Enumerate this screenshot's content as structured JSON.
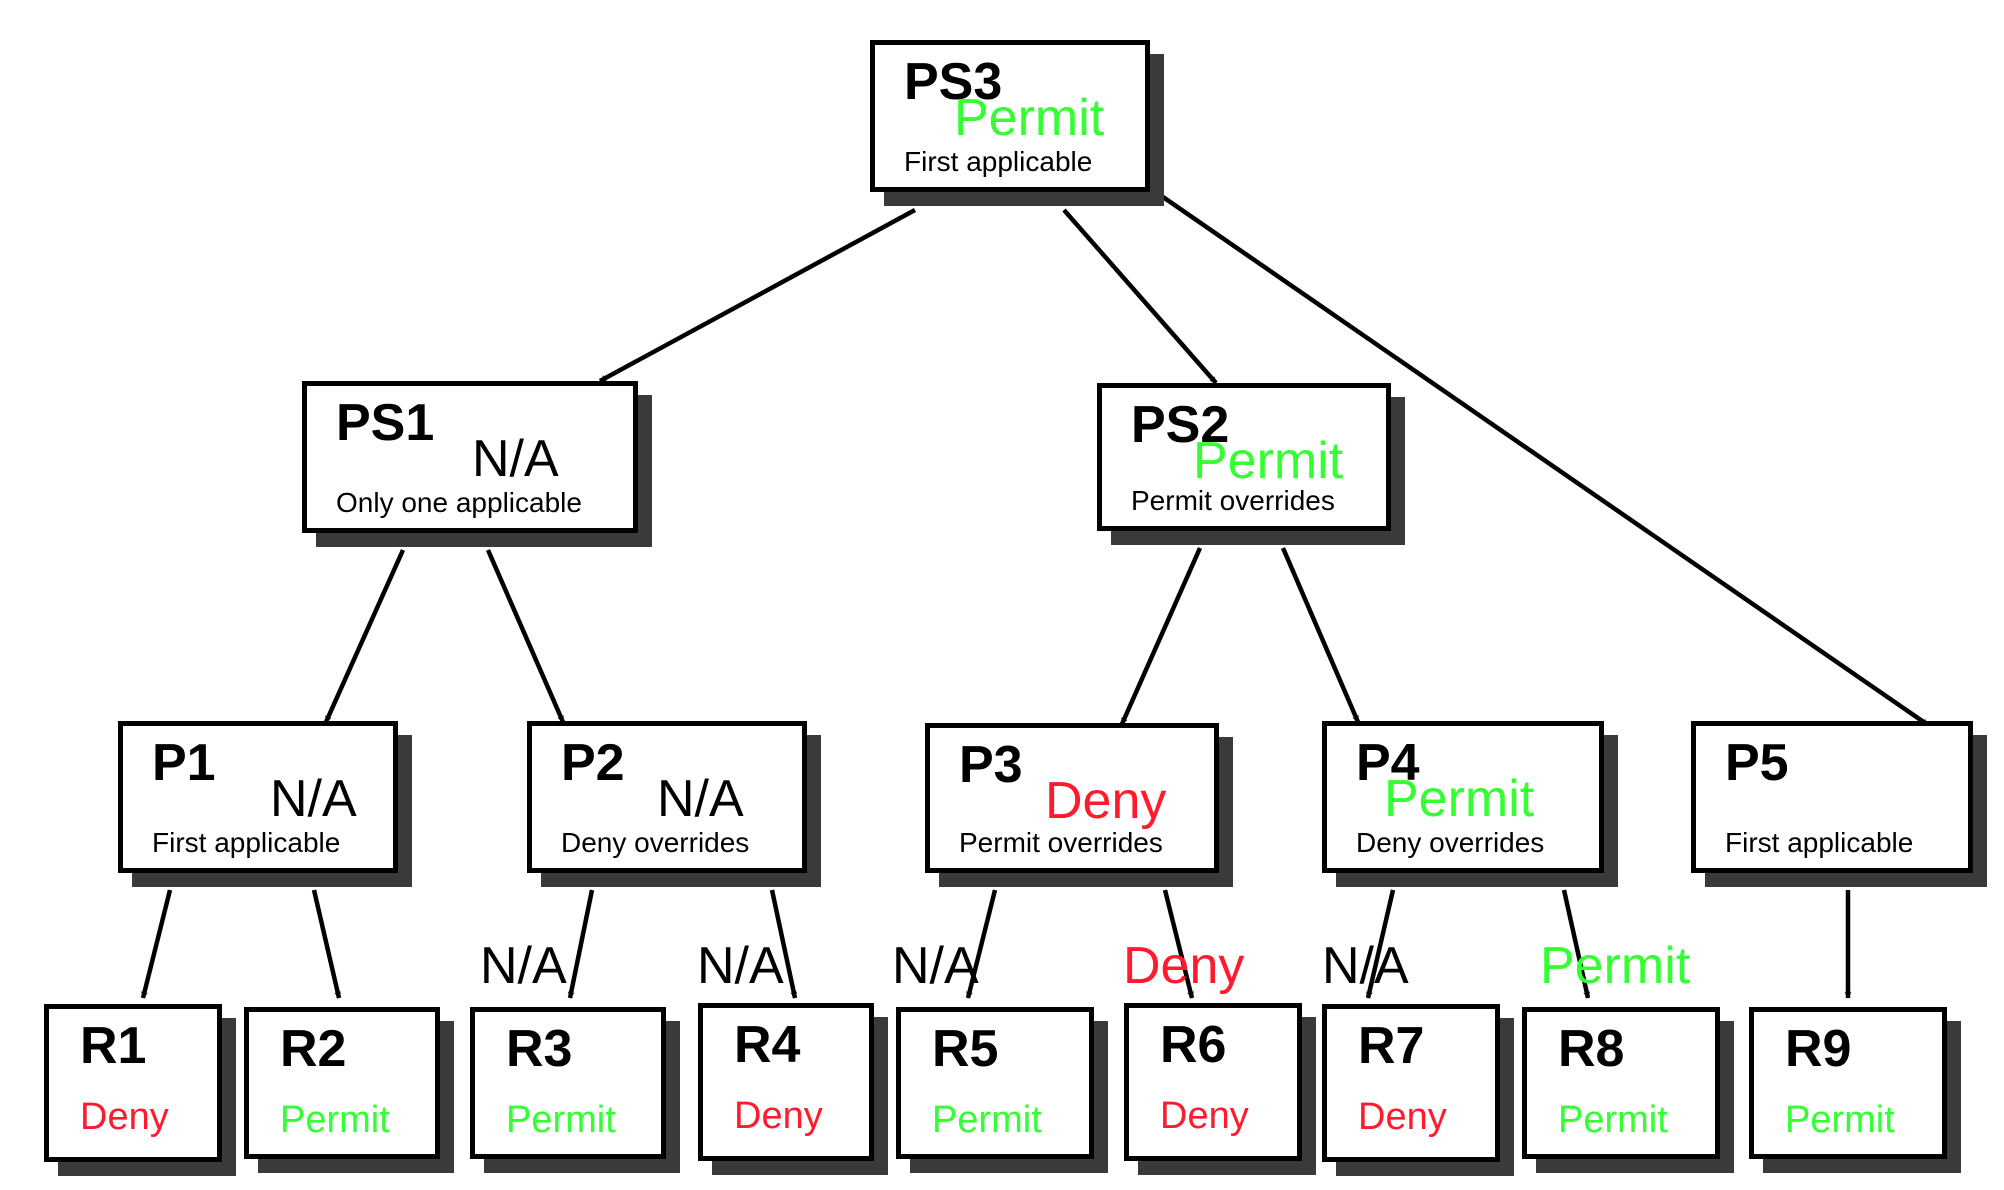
{
  "colors": {
    "permit": "#33ff33",
    "deny": "#ff1a2e",
    "na": "#000000",
    "line": "#000000",
    "shadow": "#3a3a3a"
  },
  "nodes": {
    "PS3": {
      "name": "PS3",
      "decision": "Permit",
      "decision_type": "permit",
      "algorithm": "First applicable"
    },
    "PS1": {
      "name": "PS1",
      "decision": "N/A",
      "decision_type": "na",
      "algorithm": "Only one applicable"
    },
    "PS2": {
      "name": "PS2",
      "decision": "Permit",
      "decision_type": "permit",
      "algorithm": "Permit overrides"
    },
    "P1": {
      "name": "P1",
      "decision": "N/A",
      "decision_type": "na",
      "algorithm": "First applicable"
    },
    "P2": {
      "name": "P2",
      "decision": "N/A",
      "decision_type": "na",
      "algorithm": "Deny overrides"
    },
    "P3": {
      "name": "P3",
      "decision": "Deny",
      "decision_type": "deny",
      "algorithm": "Permit overrides"
    },
    "P4": {
      "name": "P4",
      "decision": "Permit",
      "decision_type": "permit",
      "algorithm": "Deny overrides"
    },
    "P5": {
      "name": "P5",
      "decision": "",
      "decision_type": "na",
      "algorithm": "First applicable"
    },
    "R1": {
      "name": "R1",
      "effect": "Deny",
      "effect_type": "deny",
      "result": "",
      "result_type": "na"
    },
    "R2": {
      "name": "R2",
      "effect": "Permit",
      "effect_type": "permit",
      "result": "",
      "result_type": "na"
    },
    "R3": {
      "name": "R3",
      "effect": "Permit",
      "effect_type": "permit",
      "result": "N/A",
      "result_type": "na"
    },
    "R4": {
      "name": "R4",
      "effect": "Deny",
      "effect_type": "deny",
      "result": "N/A",
      "result_type": "na"
    },
    "R5": {
      "name": "R5",
      "effect": "Permit",
      "effect_type": "permit",
      "result": "N/A",
      "result_type": "na"
    },
    "R6": {
      "name": "R6",
      "effect": "Deny",
      "effect_type": "deny",
      "result": "Deny",
      "result_type": "deny"
    },
    "R7": {
      "name": "R7",
      "effect": "Deny",
      "effect_type": "deny",
      "result": "N/A",
      "result_type": "na"
    },
    "R8": {
      "name": "R8",
      "effect": "Permit",
      "effect_type": "permit",
      "result": "Permit",
      "result_type": "permit"
    },
    "R9": {
      "name": "R9",
      "effect": "Permit",
      "effect_type": "permit",
      "result": "",
      "result_type": "na"
    }
  },
  "edges": [
    [
      "PS3",
      "PS1"
    ],
    [
      "PS3",
      "PS2"
    ],
    [
      "PS3",
      "P5"
    ],
    [
      "PS1",
      "P1"
    ],
    [
      "PS1",
      "P2"
    ],
    [
      "PS2",
      "P3"
    ],
    [
      "PS2",
      "P4"
    ],
    [
      "P1",
      "R1"
    ],
    [
      "P1",
      "R2"
    ],
    [
      "P2",
      "R3"
    ],
    [
      "P2",
      "R4"
    ],
    [
      "P3",
      "R5"
    ],
    [
      "P3",
      "R6"
    ],
    [
      "P4",
      "R7"
    ],
    [
      "P4",
      "R8"
    ],
    [
      "P5",
      "R9"
    ]
  ]
}
